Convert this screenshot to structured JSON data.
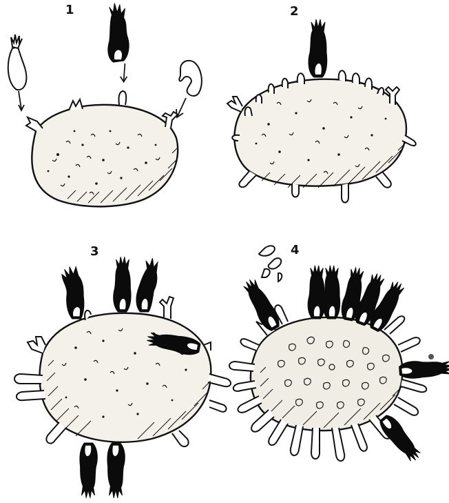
{
  "panels": [
    {
      "label": "1"
    },
    {
      "label": "2"
    },
    {
      "label": "3"
    },
    {
      "label": "4"
    }
  ],
  "colors": {
    "ink": "#111111",
    "cell_fill": "#f3f1ea",
    "background": "#ffffff"
  }
}
